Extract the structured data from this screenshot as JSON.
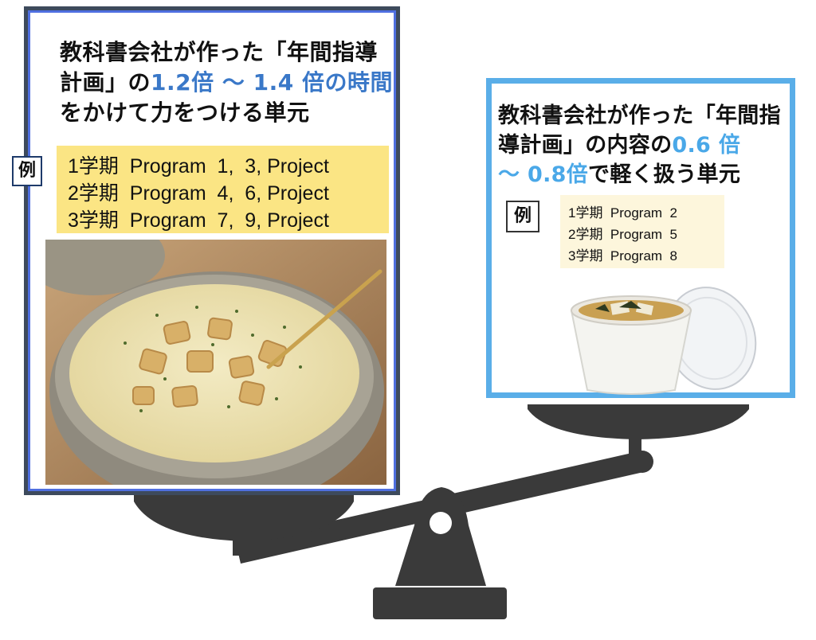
{
  "left": {
    "heading_part1": "教科書会社が作った「年間指導計画」の",
    "heading_highlight": "1.2倍 〜 1.4 倍の時間",
    "heading_part2": "をかけて力をつける単元",
    "example_label": "例",
    "example_lines": [
      "1学期  Program  1,  3, Project",
      "2学期  Program  4,  6, Project",
      "3学期  Program  7,  9, Project"
    ]
  },
  "right": {
    "heading_part1": "教科書会社が作った「年間指導計画」の内容の",
    "heading_highlight1": "0.6 倍",
    "heading_highlight2": "〜 0.8倍",
    "heading_part2": "で軽く扱う単元",
    "example_label": "例",
    "example_lines": [
      "1学期  Program  2",
      "2学期  Program  5",
      "3学期  Program  8"
    ]
  },
  "icons": {
    "balance": "balance-scale-icon",
    "soup": "soup-bowl-photo",
    "cup": "soup-cup-photo"
  },
  "colors": {
    "scale": "#3a3a3a",
    "left_border": "#3d4a5c",
    "right_border": "#5aaee8",
    "highlight_blue": "#3a78c8",
    "highlight_light": "#4aa8e8",
    "example_yellow": "#fbe584"
  }
}
